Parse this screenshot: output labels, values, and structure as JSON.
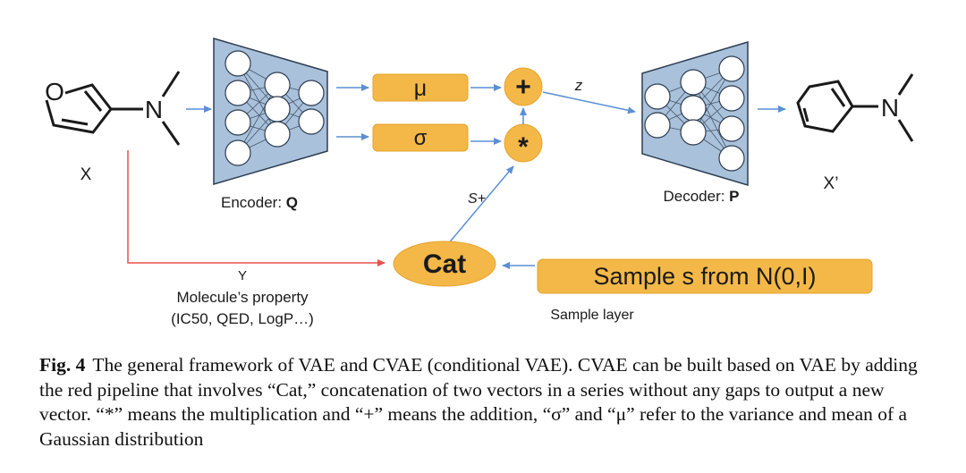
{
  "molecule_in": {
    "atom_o": "O",
    "atom_n": "N",
    "label": "X"
  },
  "molecule_out": {
    "atom_n": "N",
    "label": "X’"
  },
  "encoder": {
    "label": "Encoder: ",
    "label_bold": "Q"
  },
  "decoder": {
    "label": "Decoder: ",
    "label_bold": "P"
  },
  "boxes": {
    "mu": "μ",
    "sigma": "σ",
    "sample": "Sample s from N(0,I)",
    "cat": "Cat"
  },
  "ops": {
    "plus": "+",
    "times": "*"
  },
  "labels": {
    "z": "z",
    "s_plus": "S+",
    "y": "Y",
    "property_1": "Molecule’s property",
    "property_2": "(IC50, QED, LogP…)",
    "sample_layer": "Sample layer"
  },
  "caption": {
    "fig": "Fig. 4",
    "text": "The general framework of VAE and CVAE (conditional VAE). CVAE can be built based on VAE by adding the red pipeline that involves “Cat,” concatenation of two vectors in a series without any gaps to output a new vector. “*” means the multiplication and “+” means the addition, “σ” and “μ” refer to the variance and mean of a Gaussian distribution"
  },
  "colors": {
    "box_fill": "#f3b848",
    "box_stroke": "#e6a32c",
    "net_fill": "#a9c1da",
    "net_stroke": "#2d3d52",
    "arrow": "#5b8fd6",
    "red_pipeline": "#e8514d"
  }
}
